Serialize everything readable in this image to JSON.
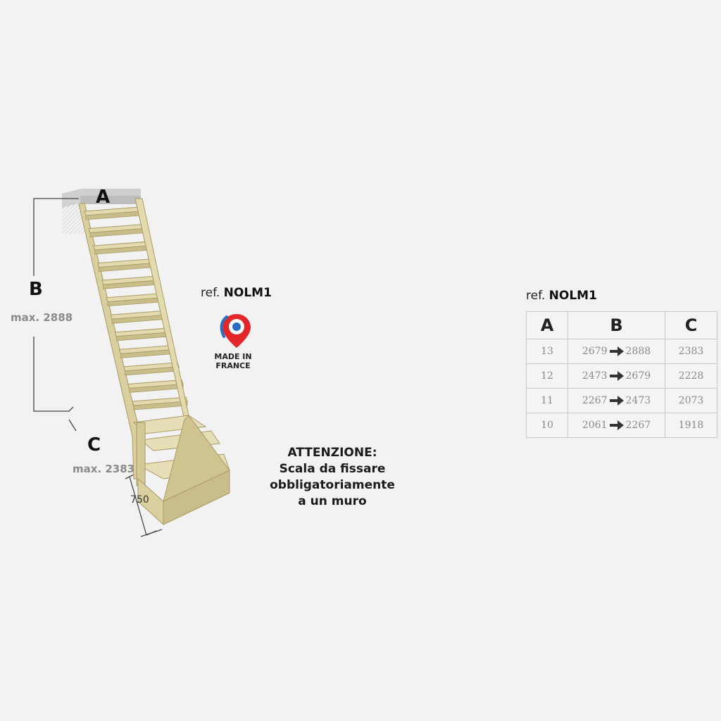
{
  "dimensions": {
    "a_label": "A",
    "b_label": "B",
    "b_max": "max. 2888",
    "c_label": "C",
    "c_max": "max. 2383",
    "width": "750"
  },
  "product": {
    "ref_prefix": "ref.",
    "ref_code": "NOLM1",
    "badge_line1": "MADE IN",
    "badge_line2": "FRANCE",
    "badge_colors": {
      "blue": "#2a6fc4",
      "red": "#e2262a",
      "white": "#ffffff"
    }
  },
  "warning": {
    "line1": "ATTENZIONE:",
    "line2": "Scala da fissare",
    "line3": "obbligatoriamente",
    "line4": "a un muro"
  },
  "table": {
    "ref_prefix": "ref.",
    "ref_code": "NOLM1",
    "headers": [
      "A",
      "B",
      "C"
    ],
    "rows": [
      {
        "a": "13",
        "b_from": "2679",
        "b_to": "2888",
        "c": "2383"
      },
      {
        "a": "12",
        "b_from": "2473",
        "b_to": "2679",
        "c": "2228"
      },
      {
        "a": "11",
        "b_from": "2267",
        "b_to": "2473",
        "c": "2073"
      },
      {
        "a": "10",
        "b_from": "2061",
        "b_to": "2267",
        "c": "1918"
      }
    ]
  },
  "colors": {
    "wood": "#e3dab0",
    "wood_dark": "#c9bd8c",
    "wood_edge": "#a99a64",
    "floor_block": "#c4c4c4"
  }
}
